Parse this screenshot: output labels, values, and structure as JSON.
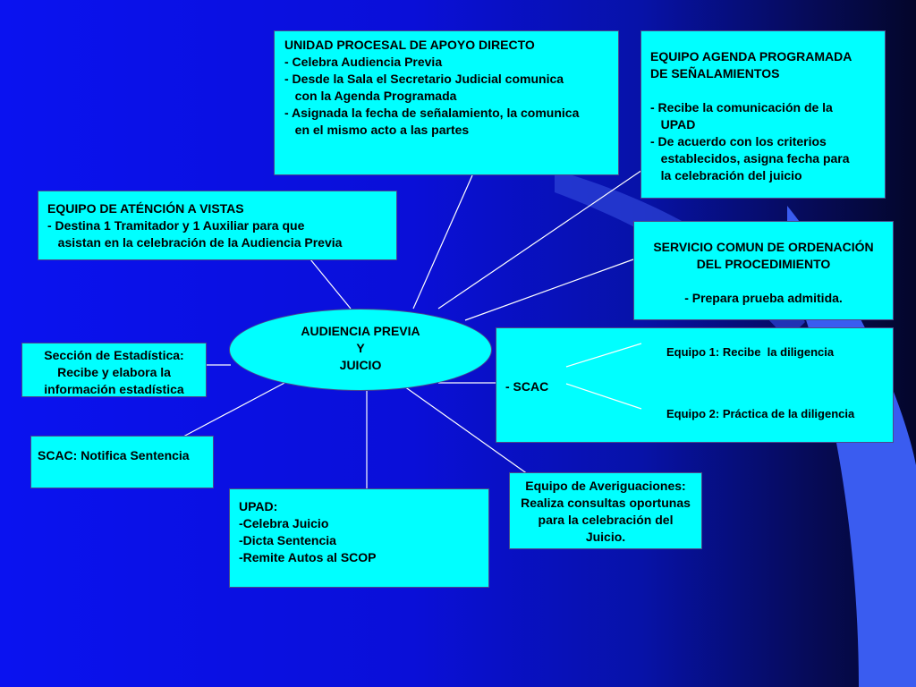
{
  "center": {
    "lines": [
      "AUDIENCIA PREVIA",
      "Y",
      "JUICIO"
    ]
  },
  "upad_apoyo": {
    "lines": [
      "UNIDAD PROCESAL DE APOYO DIRECTO",
      "- Celebra Audiencia Previa",
      "- Desde la Sala el Secretario Judicial comunica",
      "   con la Agenda Programada",
      "- Asignada la fecha de señalamiento, la comunica",
      "   en el mismo acto a las partes"
    ]
  },
  "agenda": {
    "lines": [
      "EQUIPO AGENDA PROGRAMADA",
      "DE SEÑALAMIENTOS",
      "",
      "- Recibe la comunicación de la",
      "   UPAD",
      "- De acuerdo con los criterios",
      "   establecidos, asigna fecha para",
      "   la celebración del juicio"
    ]
  },
  "vistas": {
    "lines": [
      "EQUIPO DE ATÉNCIÓN A VISTAS",
      "- Destina 1 Tramitador y 1 Auxiliar para que",
      "   asistan en la celebración de la Audiencia Previa"
    ]
  },
  "servicio": {
    "lines": [
      "SERVICIO COMUN DE ORDENACIÓN",
      "DEL PROCEDIMIENTO",
      "",
      "- Prepara prueba admitida."
    ]
  },
  "estadistica": {
    "lines": [
      "Sección de Estadística:",
      "Recibe y elabora la",
      "información estadística"
    ]
  },
  "scac_box": {
    "label": "- SCAC",
    "equipo1": "Equipo 1: Recibe  la diligencia",
    "equipo2": "Equipo 2: Práctica de la diligencia"
  },
  "scac_notifica": {
    "lines": [
      "SCAC: Notifica Sentencia"
    ]
  },
  "upad": {
    "lines": [
      "UPAD:",
      "-Celebra Juicio",
      "-Dicta Sentencia",
      "-Remite Autos al SCOP"
    ]
  },
  "averiguaciones": {
    "lines": [
      "Equipo de Averiguaciones:",
      "Realiza consultas oportunas",
      "para la celebración del",
      "Juicio."
    ]
  },
  "colors": {
    "box_fill": "#00ffff",
    "line": "#ffffff",
    "background": "#0a12f0"
  }
}
